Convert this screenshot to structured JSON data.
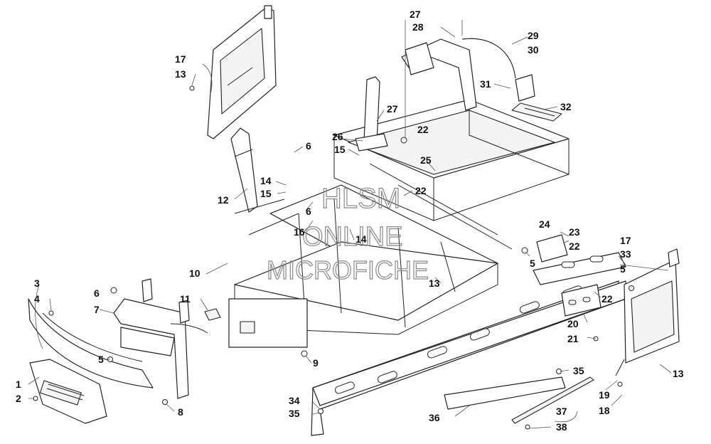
{
  "watermark": {
    "line1": "HLSM",
    "line2": "ONLINE",
    "line3": "MICROFICHE"
  },
  "callouts": [
    {
      "id": "c1",
      "text": "1"
    },
    {
      "id": "c2",
      "text": "2"
    },
    {
      "id": "c3",
      "text": "3"
    },
    {
      "id": "c4",
      "text": "4"
    },
    {
      "id": "c5a",
      "text": "5"
    },
    {
      "id": "c5b",
      "text": "5"
    },
    {
      "id": "c5c",
      "text": "5"
    },
    {
      "id": "c6a",
      "text": "6"
    },
    {
      "id": "c6b",
      "text": "6"
    },
    {
      "id": "c6c",
      "text": "6"
    },
    {
      "id": "c7",
      "text": "7"
    },
    {
      "id": "c8",
      "text": "8"
    },
    {
      "id": "c9",
      "text": "9"
    },
    {
      "id": "c10",
      "text": "10"
    },
    {
      "id": "c11",
      "text": "11"
    },
    {
      "id": "c12",
      "text": "12"
    },
    {
      "id": "c13a",
      "text": "13"
    },
    {
      "id": "c13b",
      "text": "13"
    },
    {
      "id": "c13c",
      "text": "13"
    },
    {
      "id": "c14a",
      "text": "14"
    },
    {
      "id": "c14b",
      "text": "14"
    },
    {
      "id": "c15a",
      "text": "15"
    },
    {
      "id": "c15b",
      "text": "15"
    },
    {
      "id": "c16",
      "text": "16"
    },
    {
      "id": "c17a",
      "text": "17"
    },
    {
      "id": "c17b",
      "text": "17"
    },
    {
      "id": "c18",
      "text": "18"
    },
    {
      "id": "c19",
      "text": "19"
    },
    {
      "id": "c20",
      "text": "20"
    },
    {
      "id": "c21",
      "text": "21"
    },
    {
      "id": "c22a",
      "text": "22"
    },
    {
      "id": "c22b",
      "text": "22"
    },
    {
      "id": "c22c",
      "text": "22"
    },
    {
      "id": "c22d",
      "text": "22"
    },
    {
      "id": "c23",
      "text": "23"
    },
    {
      "id": "c24",
      "text": "24"
    },
    {
      "id": "c25",
      "text": "25"
    },
    {
      "id": "c26",
      "text": "26"
    },
    {
      "id": "c27a",
      "text": "27"
    },
    {
      "id": "c27b",
      "text": "27"
    },
    {
      "id": "c28",
      "text": "28"
    },
    {
      "id": "c29",
      "text": "29"
    },
    {
      "id": "c30",
      "text": "30"
    },
    {
      "id": "c31",
      "text": "31"
    },
    {
      "id": "c32",
      "text": "32"
    },
    {
      "id": "c33",
      "text": "33"
    },
    {
      "id": "c34",
      "text": "34"
    },
    {
      "id": "c35a",
      "text": "35"
    },
    {
      "id": "c35b",
      "text": "35"
    },
    {
      "id": "c36",
      "text": "36"
    },
    {
      "id": "c37",
      "text": "37"
    },
    {
      "id": "c38",
      "text": "38"
    }
  ]
}
